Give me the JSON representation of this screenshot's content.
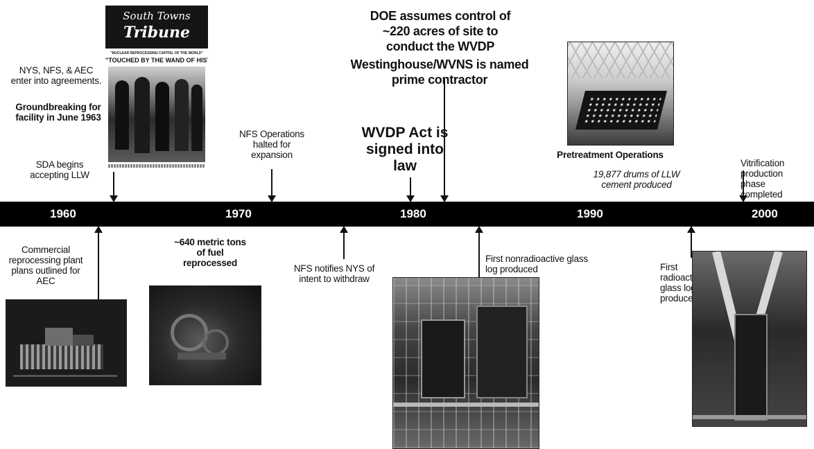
{
  "timeline": {
    "years": [
      "1960",
      "1970",
      "1980",
      "1990",
      "2000"
    ]
  },
  "newspaper": {
    "masthead_line1": "South Towns",
    "masthead_line2": "Tribune",
    "tagline": "\"NUCLEAR REPROCESSING CAPITAL OF THE WORLD\"",
    "headline": "\"TOUCHED BY THE WAND OF HISTORY\""
  },
  "events_above": {
    "agreements": "NYS, NFS, & AEC enter into agreements.",
    "groundbreaking": "Groundbreaking for facility in June 1963",
    "sda": "SDA begins accepting LLW",
    "nfs_halted": "NFS Operations halted for expansion",
    "doe_control": "DOE assumes control of ~220 acres of site to conduct the WVDP",
    "westinghouse": "Westinghouse/WVNS is named prime contractor",
    "wvdp_act": "WVDP Act is signed into law",
    "pretreatment_title": "Pretreatment Operations",
    "pretreatment_detail": "19,877 drums of LLW cement produced",
    "vitrification": "Vitrification production phase completed"
  },
  "events_below": {
    "commercial_plans": "Commercial reprocessing plant plans outlined for AEC",
    "fuel_reprocessed": "~640 metric tons of fuel reprocessed",
    "nfs_withdraw": "NFS notifies NYS of intent to withdraw",
    "first_nonradioactive": "First nonradioactive glass log produced",
    "first_radioactive": "First radioactive glass log produced"
  }
}
